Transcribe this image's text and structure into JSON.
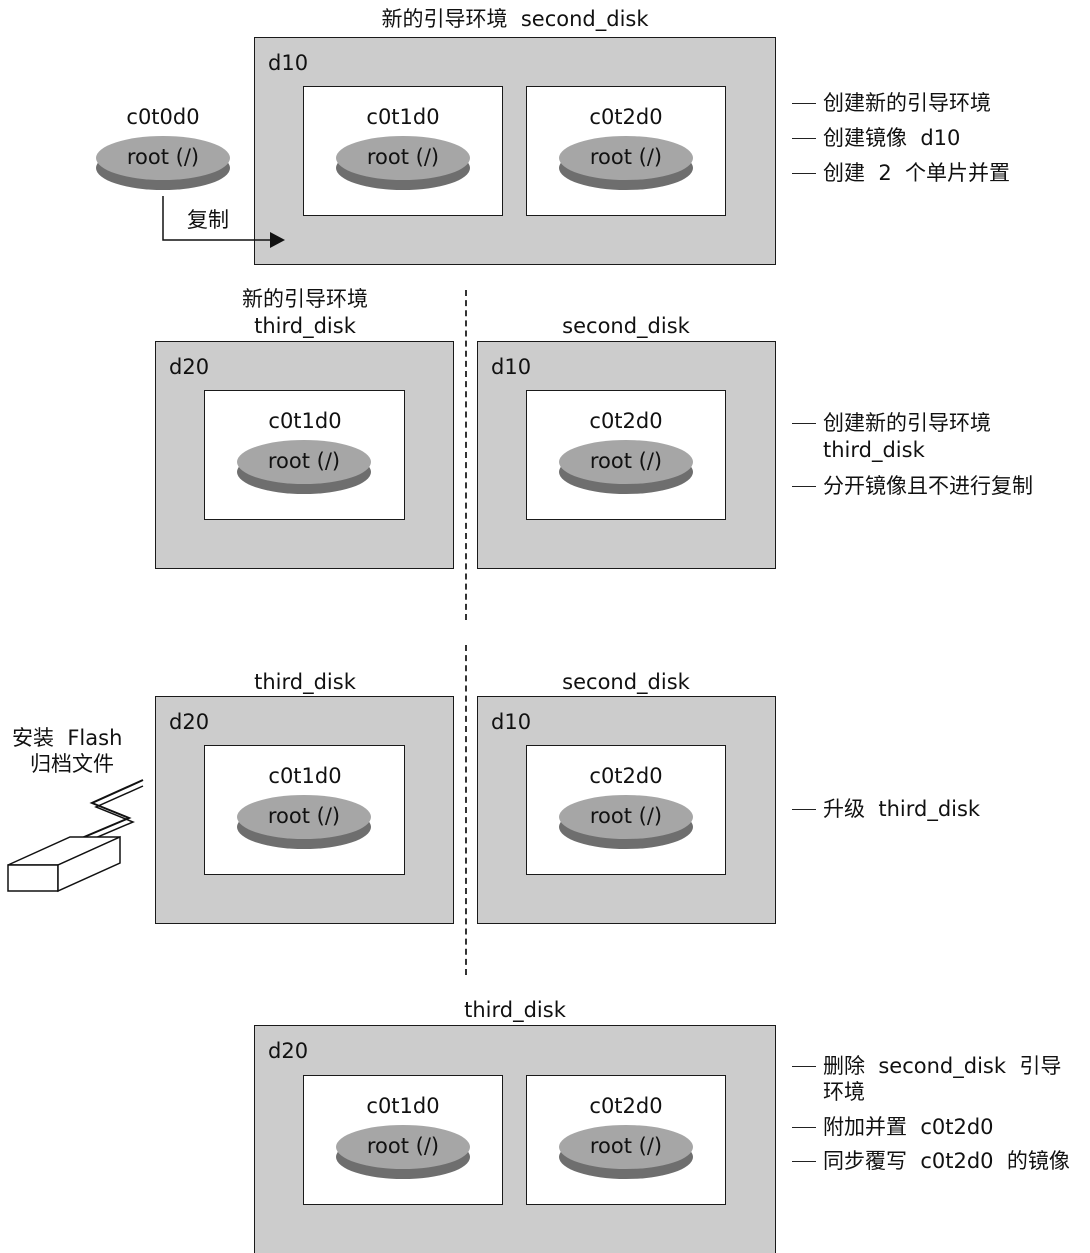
{
  "section1": {
    "title": "新的引导环境  second_disk",
    "mirror": "d10",
    "source_disk": {
      "slice": "c0t0d0",
      "fs": "root (/)"
    },
    "copy_label": "复制",
    "disk_a": {
      "slice": "c0t1d0",
      "fs": "root (/)"
    },
    "disk_b": {
      "slice": "c0t2d0",
      "fs": "root (/)"
    },
    "notes": [
      "创建新的引导环境",
      "创建镜像  d10",
      "创建  2  个单片并置"
    ]
  },
  "section2": {
    "left_title_line1": "新的引导环境",
    "left_title_line2": "third_disk",
    "left_mirror": "d20",
    "left_disk": {
      "slice": "c0t1d0",
      "fs": "root (/)"
    },
    "right_title": "second_disk",
    "right_mirror": "d10",
    "right_disk": {
      "slice": "c0t2d0",
      "fs": "root (/)"
    },
    "notes": [
      "创建新的引导环境",
      "third_disk",
      "分开镜像且不进行复制"
    ]
  },
  "section3": {
    "flash_line1": "安装  Flash",
    "flash_line2": "归档文件",
    "left_title": "third_disk",
    "left_mirror": "d20",
    "left_disk": {
      "slice": "c0t1d0",
      "fs": "root (/)"
    },
    "right_title": "second_disk",
    "right_mirror": "d10",
    "right_disk": {
      "slice": "c0t2d0",
      "fs": "root (/)"
    },
    "notes": [
      "升级  third_disk"
    ]
  },
  "section4": {
    "title": "third_disk",
    "mirror": "d20",
    "disk_a": {
      "slice": "c0t1d0",
      "fs": "root (/)"
    },
    "disk_b": {
      "slice": "c0t2d0",
      "fs": "root (/)"
    },
    "notes": [
      "删除  second_disk  引导",
      "环境",
      "附加并置  c0t2d0",
      "同步覆写  c0t2d0  的镜像"
    ]
  },
  "colors": {
    "gray_box": "#cccccc",
    "disk_top": "#a6a6a6",
    "disk_side": "#6e6e6e"
  }
}
